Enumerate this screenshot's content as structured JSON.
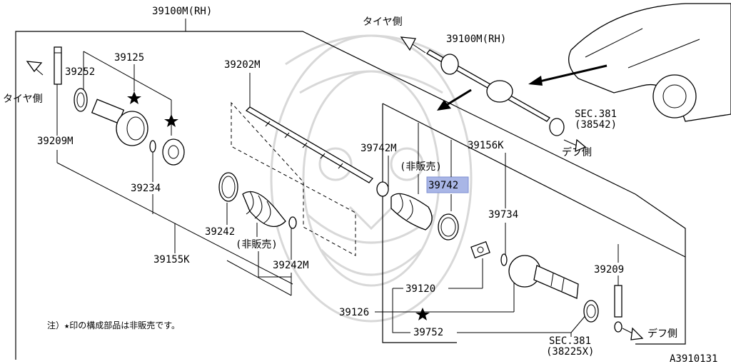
{
  "labels": {
    "main_assembly": "39100M(RH)",
    "main_assembly_inset": "39100M(RH)",
    "tire_side_left": "タイヤ側",
    "tire_side_inset": "タイヤ側",
    "diff_side_inset": "デフ側",
    "diff_side_bottom": "デフ側",
    "sec_top": "SEC.381",
    "sec_top_code": "(38542)",
    "sec_bottom": "SEC.381",
    "sec_bottom_code": "(38225X)",
    "p39125": "39125",
    "p39252": "39252",
    "p39209m": "39209M",
    "p39234": "39234",
    "p39202m": "39202M",
    "p39242": "39242",
    "not_sold_1": "(非販売)",
    "p39242m": "39242M",
    "p39155k": "39155K",
    "p39742m": "39742M",
    "not_sold_2": "(非販売)",
    "p39742_highlight": "39742",
    "p39156k": "39156K",
    "p39734": "39734",
    "p39209": "39209",
    "p39120": "39120",
    "p39126": "39126",
    "p39752": "39752",
    "footnote": "注）★印の構成部品は非販売です。",
    "diagram_code": "A3910131"
  },
  "colors": {
    "highlight": "#a9b6e6"
  },
  "icons": [
    "direction-arrow-icon",
    "star-icon"
  ]
}
